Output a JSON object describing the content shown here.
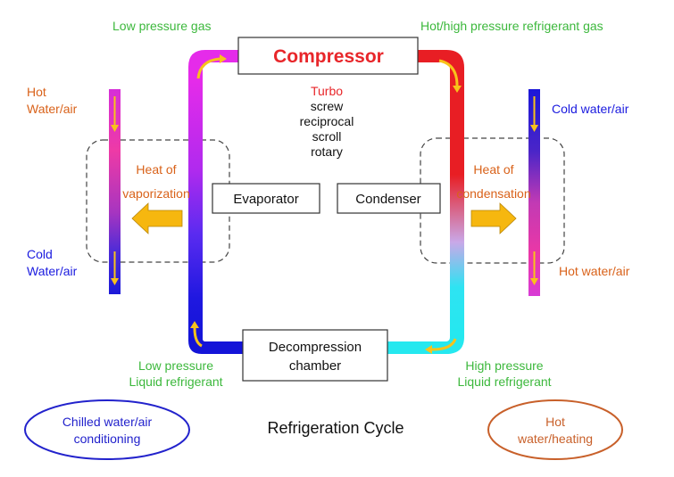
{
  "title": "Refrigeration Cycle",
  "compressor": {
    "label": "Compressor",
    "types": [
      "Turbo",
      "screw",
      "reciprocal",
      "scroll",
      "rotary"
    ]
  },
  "evaporator": {
    "label": "Evaporator"
  },
  "condenser": {
    "label": "Condenser"
  },
  "decompression": {
    "line1": "Decompression",
    "line2": "chamber"
  },
  "flow_labels": {
    "low_pressure_gas": "Low pressure gas",
    "high_pressure_gas": "Hot/high pressure refrigerant gas",
    "low_pressure_liquid_1": "Low pressure",
    "low_pressure_liquid_2": "Liquid refrigerant",
    "high_pressure_liquid_1": "High pressure",
    "high_pressure_liquid_2": "Liquid refrigerant"
  },
  "left_side": {
    "top_1": "Hot",
    "top_2": "Water/air",
    "bottom_1": "Cold",
    "bottom_2": "Water/air",
    "heat_1": "Heat of",
    "heat_2": "vaporization"
  },
  "right_side": {
    "top": "Cold water/air",
    "bottom": "Hot water/air",
    "heat_1": "Heat of",
    "heat_2": "condensation"
  },
  "ellipses": {
    "left_1": "Chilled water/air",
    "left_2": "conditioning",
    "right_1": "Hot",
    "right_2": "water/heating"
  },
  "colors": {
    "green": "#3cb83c",
    "orange": "#d9621a",
    "red": "#e8262a",
    "blue": "#1a1adf",
    "magenta": "#e82ee8",
    "cyan": "#22e6ef",
    "arrow_yellow": "#f8c21b"
  }
}
